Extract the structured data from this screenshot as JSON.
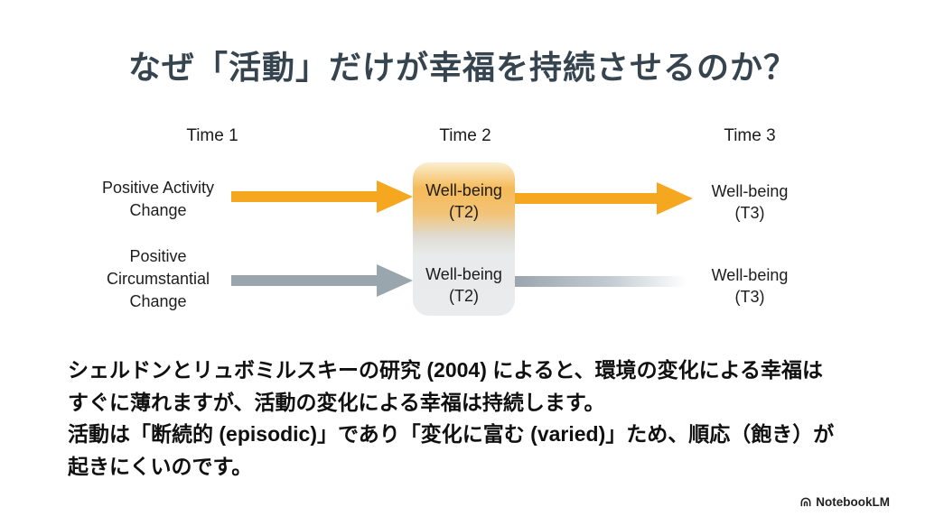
{
  "title": "なぜ「活動」だけが幸福を持続させるのか？",
  "diagram": {
    "time_headers": {
      "t1": "Time 1",
      "t2": "Time 2",
      "t3": "Time 3"
    },
    "row_activity": {
      "label": "Positive Activity\nChange",
      "wellbeing_t2": "Well-being\n(T2)",
      "wellbeing_t3": "Well-being\n(T3)"
    },
    "row_circumstantial": {
      "label": "Positive\nCircumstantial\nChange",
      "wellbeing_t2": "Well-being\n(T2)",
      "wellbeing_t3": "Well-being\n(T3)"
    },
    "colors": {
      "activity_arrow": "#F5A81F",
      "circumstantial_arrow": "#9AA6AE",
      "box_gradient_orange": "#F5BA58",
      "box_gradient_gray": "#E9EBEC",
      "title_color": "#36444F"
    }
  },
  "body": {
    "paragraph1": "シェルドンとリュボミルスキーの研究 (2004) によると、環境の変化による幸福は\nすぐに薄れますが、活動の変化による幸福は持続します。",
    "paragraph2": "活動は「断続的 (episodic)」であり「変化に富む (varied)」ため、順応（飽き）が\n起きにくいのです。"
  },
  "footer": {
    "brand": "NotebookLM"
  }
}
